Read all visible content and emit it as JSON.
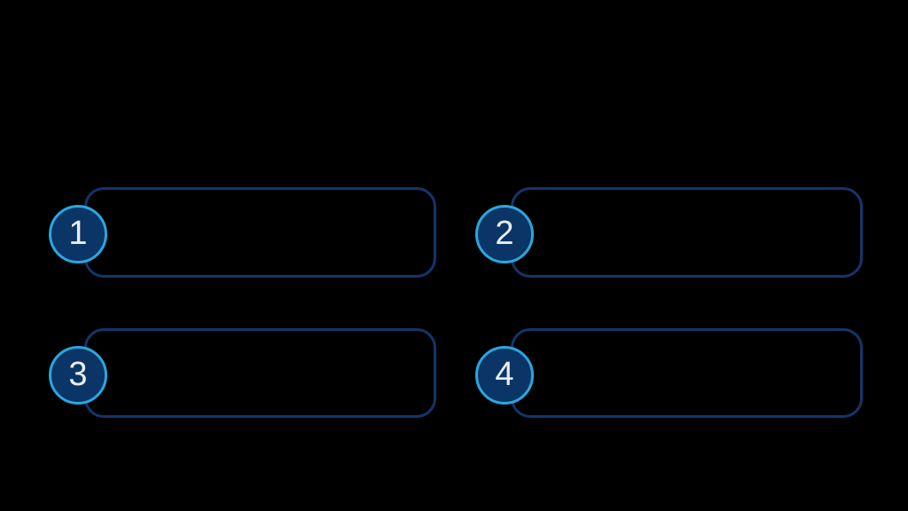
{
  "slide": {
    "background_color": "#000000",
    "title": "",
    "subtitle": ""
  },
  "theme": {
    "box_border_color": "#14356b",
    "badge_fill_color": "#0b3566",
    "badge_ring_color": "#2aa7dd",
    "badge_number_color": "#e9edf2",
    "text_color": "#e8eef7"
  },
  "callouts": [
    {
      "number": "1",
      "text": ""
    },
    {
      "number": "2",
      "text": ""
    },
    {
      "number": "3",
      "text": ""
    },
    {
      "number": "4",
      "text": ""
    }
  ]
}
